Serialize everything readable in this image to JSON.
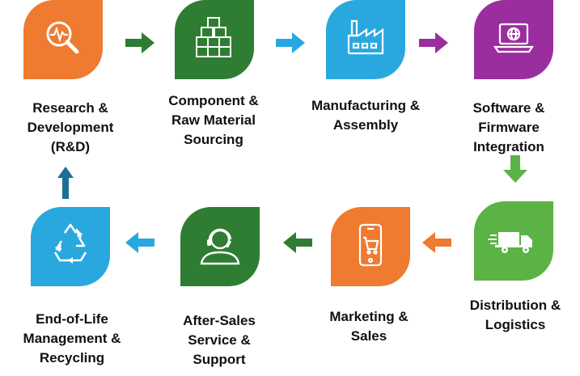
{
  "colors": {
    "orange": "#EE7B30",
    "dark_green": "#2E7D32",
    "light_blue": "#29A8E0",
    "purple": "#9B2E9E",
    "green": "#5BB245",
    "steel_blue": "#1F6F94"
  },
  "steps": [
    {
      "label": "Research &\nDevelopment\n(R&D)",
      "icon": "magnifier-pulse-icon",
      "color": "#EE7B30"
    },
    {
      "label": "Component &\nRaw Material\nSourcing",
      "icon": "boxes-icon",
      "color": "#2E7D32"
    },
    {
      "label": "Manufacturing &\nAssembly",
      "icon": "factory-icon",
      "color": "#29A8E0"
    },
    {
      "label": "Software &\nFirmware\nIntegration",
      "icon": "laptop-globe-icon",
      "color": "#9B2E9E"
    },
    {
      "label": "Distribution &\nLogistics",
      "icon": "truck-icon",
      "color": "#5BB245"
    },
    {
      "label": "Marketing &\nSales",
      "icon": "phone-cart-icon",
      "color": "#EE7B30"
    },
    {
      "label": "After-Sales\nService &\nSupport",
      "icon": "headset-person-icon",
      "color": "#2E7D32"
    },
    {
      "label": "End-of-Life\nManagement &\nRecycling",
      "icon": "recycle-icon",
      "color": "#29A8E0"
    }
  ]
}
